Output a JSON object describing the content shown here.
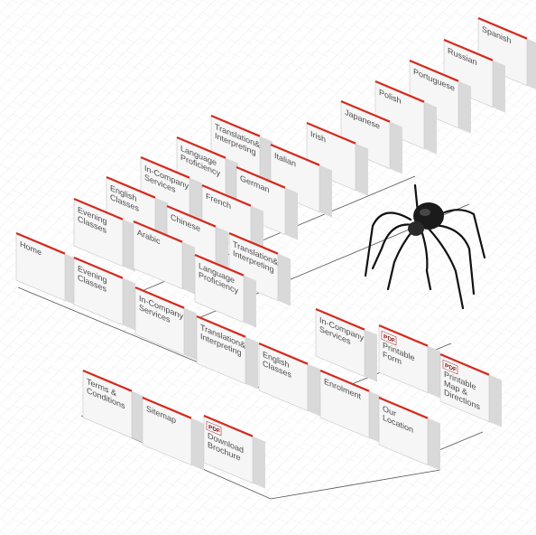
{
  "sitemap": {
    "cards": [
      {
        "id": "home",
        "lines": [
          "Home"
        ]
      },
      {
        "id": "evening-classes-main",
        "lines": [
          "Evening",
          "Classes"
        ]
      },
      {
        "id": "in-company-services-main",
        "lines": [
          "In-Company",
          "Services"
        ]
      },
      {
        "id": "translation-interpreting-main",
        "lines": [
          "Translation&",
          "Interpreting"
        ]
      },
      {
        "id": "english-classes-main",
        "lines": [
          "English",
          "Classes"
        ]
      },
      {
        "id": "enrolment",
        "lines": [
          "Enrolment"
        ]
      },
      {
        "id": "our-location",
        "lines": [
          "Our",
          "Location"
        ]
      },
      {
        "id": "evening-classes",
        "lines": [
          "Evening",
          "Classes"
        ]
      },
      {
        "id": "english-classes",
        "lines": [
          "English",
          "Classes"
        ]
      },
      {
        "id": "in-company-services",
        "lines": [
          "In-Company",
          "Services"
        ]
      },
      {
        "id": "language-proficiency-top",
        "lines": [
          "Language",
          "Proficiency"
        ]
      },
      {
        "id": "translation-interpreting-top",
        "lines": [
          "Translation&",
          "Interpreting"
        ]
      },
      {
        "id": "arabic",
        "lines": [
          "Arabic"
        ]
      },
      {
        "id": "chinese",
        "lines": [
          "Chinese"
        ]
      },
      {
        "id": "french",
        "lines": [
          "French"
        ]
      },
      {
        "id": "german",
        "lines": [
          "German"
        ]
      },
      {
        "id": "italian",
        "lines": [
          "Italian"
        ]
      },
      {
        "id": "irish",
        "lines": [
          "Irish"
        ]
      },
      {
        "id": "japanese",
        "lines": [
          "Japanese"
        ]
      },
      {
        "id": "polish",
        "lines": [
          "Polish"
        ]
      },
      {
        "id": "portuguese",
        "lines": [
          "Portuguese"
        ]
      },
      {
        "id": "russian",
        "lines": [
          "Russian"
        ]
      },
      {
        "id": "spanish",
        "lines": [
          "Spanish"
        ]
      },
      {
        "id": "language-proficiency",
        "lines": [
          "Language",
          "Proficiency"
        ]
      },
      {
        "id": "translation-interpreting",
        "lines": [
          "Translation&",
          "Interpreting"
        ]
      },
      {
        "id": "in-company-services-sub",
        "lines": [
          "In-Company",
          "Services"
        ]
      },
      {
        "id": "terms-conditions",
        "lines": [
          "Terms &",
          "Conditions"
        ]
      },
      {
        "id": "sitemap",
        "lines": [
          "Sitemap"
        ]
      }
    ],
    "pdf_docs": [
      {
        "id": "printable-form",
        "tag": "PDF",
        "lines": [
          "Printable",
          "Form"
        ]
      },
      {
        "id": "printable-map",
        "tag": "PDF",
        "lines": [
          "Printable",
          "Map &",
          "Directions"
        ]
      },
      {
        "id": "download-brochure",
        "tag": "PDF",
        "lines": [
          "Download",
          "Brochure"
        ]
      }
    ],
    "colors": {
      "accent": "#d42a1e",
      "card_face": "#f6f6f6",
      "card_shadow": "#d9d9d9",
      "connector": "#555555",
      "grid": "#eeeeee"
    },
    "decoration": {
      "spider_icon": "spider-icon"
    }
  }
}
